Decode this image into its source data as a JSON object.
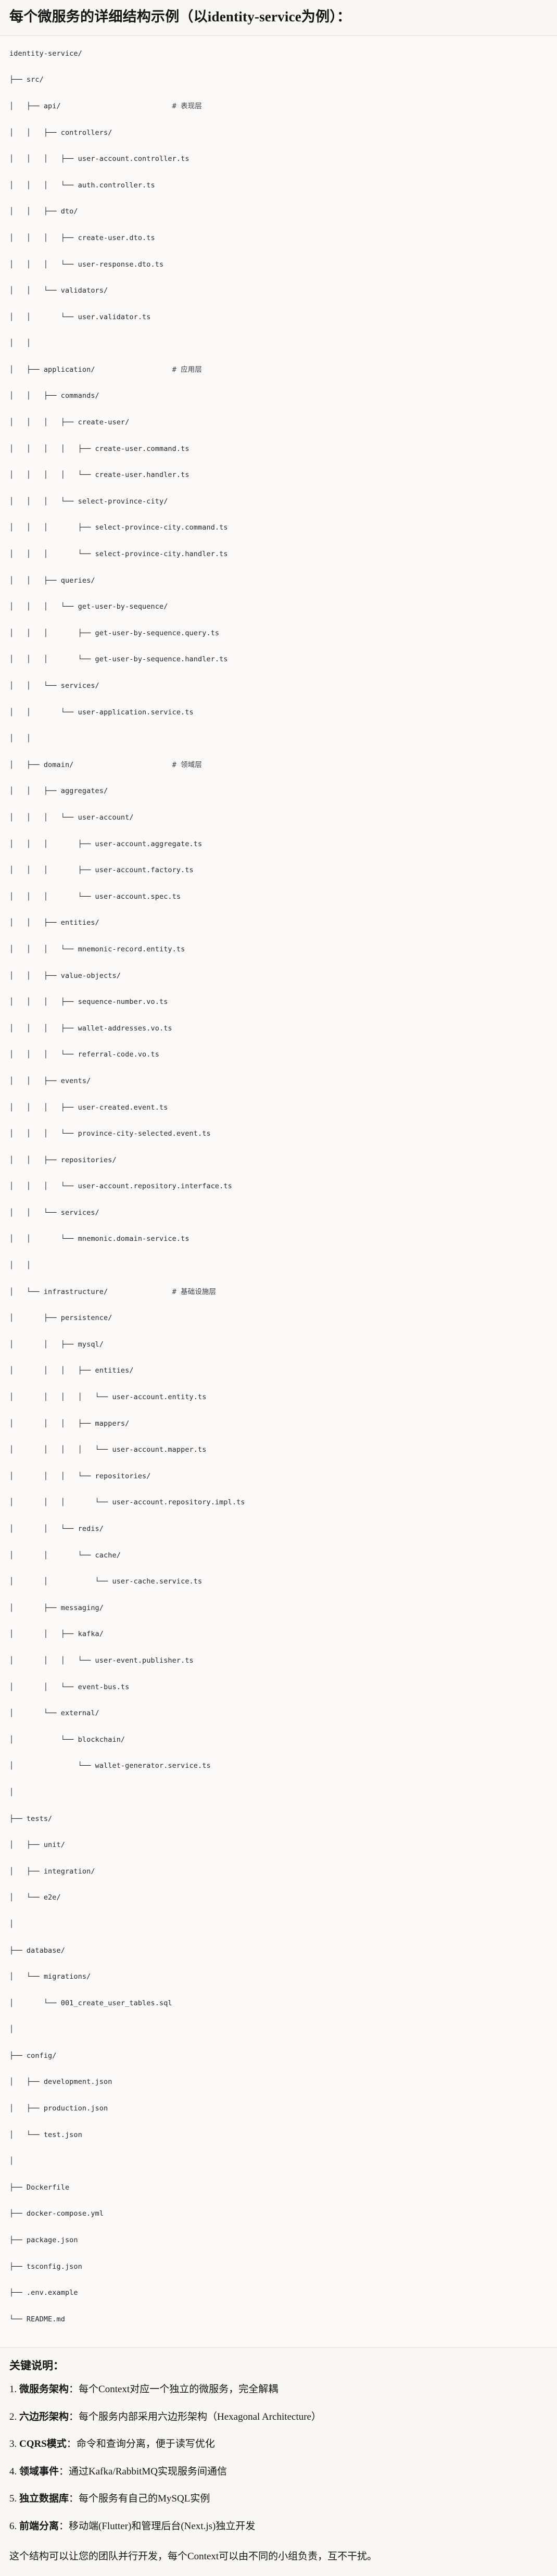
{
  "header": {
    "title": "每个微服务的详细结构示例（以identity-service为例）："
  },
  "tree": {
    "root_label": "identity-service/",
    "lines": [
      {
        "path": "identity-service/",
        "comment": ""
      },
      {
        "path": "├── src/",
        "comment": ""
      },
      {
        "path": "│   ├── api/",
        "comment": "# 表现层"
      },
      {
        "path": "│   │   ├── controllers/",
        "comment": ""
      },
      {
        "path": "│   │   │   ├── user-account.controller.ts",
        "comment": ""
      },
      {
        "path": "│   │   │   └── auth.controller.ts",
        "comment": ""
      },
      {
        "path": "│   │   ├── dto/",
        "comment": ""
      },
      {
        "path": "│   │   │   ├── create-user.dto.ts",
        "comment": ""
      },
      {
        "path": "│   │   │   └── user-response.dto.ts",
        "comment": ""
      },
      {
        "path": "│   │   └── validators/",
        "comment": ""
      },
      {
        "path": "│   │       └── user.validator.ts",
        "comment": ""
      },
      {
        "path": "│   │",
        "comment": ""
      },
      {
        "path": "│   ├── application/",
        "comment": "# 应用层"
      },
      {
        "path": "│   │   ├── commands/",
        "comment": ""
      },
      {
        "path": "│   │   │   ├── create-user/",
        "comment": ""
      },
      {
        "path": "│   │   │   │   ├── create-user.command.ts",
        "comment": ""
      },
      {
        "path": "│   │   │   │   └── create-user.handler.ts",
        "comment": ""
      },
      {
        "path": "│   │   │   └── select-province-city/",
        "comment": ""
      },
      {
        "path": "│   │   │       ├── select-province-city.command.ts",
        "comment": ""
      },
      {
        "path": "│   │   │       └── select-province-city.handler.ts",
        "comment": ""
      },
      {
        "path": "│   │   ├── queries/",
        "comment": ""
      },
      {
        "path": "│   │   │   └── get-user-by-sequence/",
        "comment": ""
      },
      {
        "path": "│   │   │       ├── get-user-by-sequence.query.ts",
        "comment": ""
      },
      {
        "path": "│   │   │       └── get-user-by-sequence.handler.ts",
        "comment": ""
      },
      {
        "path": "│   │   └── services/",
        "comment": ""
      },
      {
        "path": "│   │       └── user-application.service.ts",
        "comment": ""
      },
      {
        "path": "│   │",
        "comment": ""
      },
      {
        "path": "│   ├── domain/",
        "comment": "# 领域层"
      },
      {
        "path": "│   │   ├── aggregates/",
        "comment": ""
      },
      {
        "path": "│   │   │   └── user-account/",
        "comment": ""
      },
      {
        "path": "│   │   │       ├── user-account.aggregate.ts",
        "comment": ""
      },
      {
        "path": "│   │   │       ├── user-account.factory.ts",
        "comment": ""
      },
      {
        "path": "│   │   │       └── user-account.spec.ts",
        "comment": ""
      },
      {
        "path": "│   │   ├── entities/",
        "comment": ""
      },
      {
        "path": "│   │   │   └── mnemonic-record.entity.ts",
        "comment": ""
      },
      {
        "path": "│   │   ├── value-objects/",
        "comment": ""
      },
      {
        "path": "│   │   │   ├── sequence-number.vo.ts",
        "comment": ""
      },
      {
        "path": "│   │   │   ├── wallet-addresses.vo.ts",
        "comment": ""
      },
      {
        "path": "│   │   │   └── referral-code.vo.ts",
        "comment": ""
      },
      {
        "path": "│   │   ├── events/",
        "comment": ""
      },
      {
        "path": "│   │   │   ├── user-created.event.ts",
        "comment": ""
      },
      {
        "path": "│   │   │   └── province-city-selected.event.ts",
        "comment": ""
      },
      {
        "path": "│   │   ├── repositories/",
        "comment": ""
      },
      {
        "path": "│   │   │   └── user-account.repository.interface.ts",
        "comment": ""
      },
      {
        "path": "│   │   └── services/",
        "comment": ""
      },
      {
        "path": "│   │       └── mnemonic.domain-service.ts",
        "comment": ""
      },
      {
        "path": "│   │",
        "comment": ""
      },
      {
        "path": "│   └── infrastructure/",
        "comment": "# 基础设施层"
      },
      {
        "path": "│       ├── persistence/",
        "comment": ""
      },
      {
        "path": "│       │   ├── mysql/",
        "comment": ""
      },
      {
        "path": "│       │   │   ├── entities/",
        "comment": ""
      },
      {
        "path": "│       │   │   │   └── user-account.entity.ts",
        "comment": ""
      },
      {
        "path": "│       │   │   ├── mappers/",
        "comment": ""
      },
      {
        "path": "│       │   │   │   └── user-account.mapper.ts",
        "comment": ""
      },
      {
        "path": "│       │   │   └── repositories/",
        "comment": ""
      },
      {
        "path": "│       │   │       └── user-account.repository.impl.ts",
        "comment": ""
      },
      {
        "path": "│       │   └── redis/",
        "comment": ""
      },
      {
        "path": "│       │       └── cache/",
        "comment": ""
      },
      {
        "path": "│       │           └── user-cache.service.ts",
        "comment": ""
      },
      {
        "path": "│       ├── messaging/",
        "comment": ""
      },
      {
        "path": "│       │   ├── kafka/",
        "comment": ""
      },
      {
        "path": "│       │   │   └── user-event.publisher.ts",
        "comment": ""
      },
      {
        "path": "│       │   └── event-bus.ts",
        "comment": ""
      },
      {
        "path": "│       └── external/",
        "comment": ""
      },
      {
        "path": "│           └── blockchain/",
        "comment": ""
      },
      {
        "path": "│               └── wallet-generator.service.ts",
        "comment": ""
      },
      {
        "path": "│",
        "comment": ""
      },
      {
        "path": "├── tests/",
        "comment": ""
      },
      {
        "path": "│   ├── unit/",
        "comment": ""
      },
      {
        "path": "│   ├── integration/",
        "comment": ""
      },
      {
        "path": "│   └── e2e/",
        "comment": ""
      },
      {
        "path": "│",
        "comment": ""
      },
      {
        "path": "├── database/",
        "comment": ""
      },
      {
        "path": "│   └── migrations/",
        "comment": ""
      },
      {
        "path": "│       └── 001_create_user_tables.sql",
        "comment": ""
      },
      {
        "path": "│",
        "comment": ""
      },
      {
        "path": "├── config/",
        "comment": ""
      },
      {
        "path": "│   ├── development.json",
        "comment": ""
      },
      {
        "path": "│   ├── production.json",
        "comment": ""
      },
      {
        "path": "│   └── test.json",
        "comment": ""
      },
      {
        "path": "│",
        "comment": ""
      },
      {
        "path": "├── Dockerfile",
        "comment": ""
      },
      {
        "path": "├── docker-compose.yml",
        "comment": ""
      },
      {
        "path": "├── package.json",
        "comment": ""
      },
      {
        "path": "├── tsconfig.json",
        "comment": ""
      },
      {
        "path": "├── .env.example",
        "comment": ""
      },
      {
        "path": "└── README.md",
        "comment": ""
      }
    ]
  },
  "notes": {
    "heading": "关键说明：",
    "items": [
      {
        "num": "1.",
        "term": "微服务架构",
        "sep": "：",
        "desc": "每个Context对应一个独立的微服务，完全解耦"
      },
      {
        "num": "2.",
        "term": "六边形架构",
        "sep": "：",
        "desc": "每个服务内部采用六边形架构（Hexagonal Architecture）"
      },
      {
        "num": "3.",
        "term": "CQRS模式",
        "sep": "：",
        "desc": "命令和查询分离，便于读写优化"
      },
      {
        "num": "4.",
        "term": "领域事件",
        "sep": "：",
        "desc": "通过Kafka/RabbitMQ实现服务间通信"
      },
      {
        "num": "5.",
        "term": "独立数据库",
        "sep": "：",
        "desc": "每个服务有自己的MySQL实例"
      },
      {
        "num": "6.",
        "term": "前端分离",
        "sep": "：",
        "desc": "移动端(Flutter)和管理后台(Next.js)独立开发"
      }
    ],
    "closing": "这个结构可以让您的团队并行开发，每个Context可以由不同的小组负责，互不干扰。"
  },
  "colors": {
    "header_bg": "#f8f7f4",
    "tree_bg": "#fbfaf8",
    "notes_bg": "#f8f7f4",
    "text": "#141414",
    "code_text": "#23272e",
    "divider": "#e3e1dc"
  }
}
